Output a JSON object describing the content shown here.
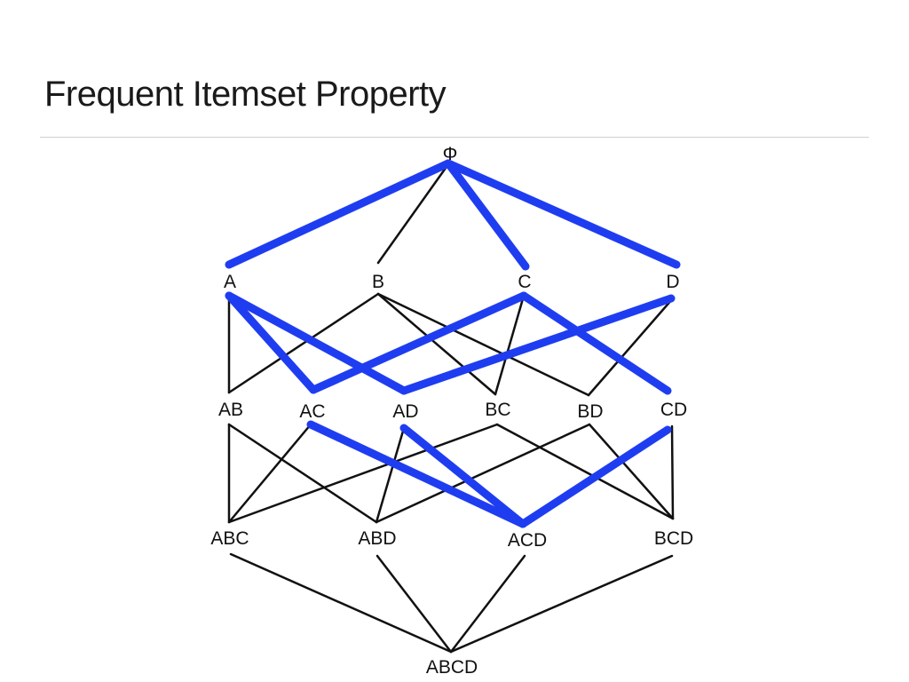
{
  "slide": {
    "title": "Frequent Itemset Property"
  },
  "diagram": {
    "nodes": [
      {
        "id": "root",
        "label": "Φ"
      },
      {
        "id": "A",
        "label": "A"
      },
      {
        "id": "B",
        "label": "B"
      },
      {
        "id": "C",
        "label": "C"
      },
      {
        "id": "D",
        "label": "D"
      },
      {
        "id": "AB",
        "label": "AB"
      },
      {
        "id": "AC",
        "label": "AC"
      },
      {
        "id": "AD",
        "label": "AD"
      },
      {
        "id": "BC",
        "label": "BC"
      },
      {
        "id": "BD",
        "label": "BD"
      },
      {
        "id": "CD",
        "label": "CD"
      },
      {
        "id": "ABC",
        "label": "ABC"
      },
      {
        "id": "ABD",
        "label": "ABD"
      },
      {
        "id": "ACD",
        "label": "ACD"
      },
      {
        "id": "BCD",
        "label": "BCD"
      },
      {
        "id": "ABCD",
        "label": "ABCD"
      }
    ],
    "highlight_color": "#1f3df0",
    "edge_color": "#111111",
    "highlighted_itemset": "ACD"
  }
}
